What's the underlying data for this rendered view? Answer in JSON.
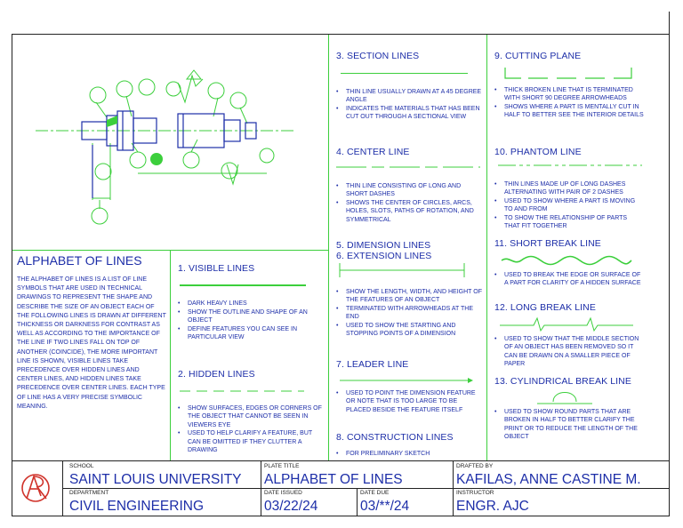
{
  "title": "ALPHABET OF LINES",
  "intro": "THE ALPHABET OF LINES IS A LIST OF LINE SYMBOLS THAT ARE USED IN TECHNICAL DRAWINGS TO REPRESENT THE SHAPE AND DESCRIBE THE SIZE OF AN OBJECT EACH OF THE FOLLOWING LINES IS DRAWN AT DIFFERENT THICKNESS OR DARKNESS FOR CONTRAST AS WELL AS ACCORDING TO THE IMPORTANCE OF THE LINE IF TWO LINES FALL ON TOP OF ANOTHER (COINCIDE), THE MORE IMPORTANT LINE IS SHOWN, VISIBLE LINES TAKE PRECEDENCE OVER HIDDEN LINES AND CENTER LINES, AND HIDDEN LINES TAKE PRECEDENCE OVER CENTER LINES. EACH TYPE OF LINE HAS A VERY PRECISE SYMBOLIC MEANING.",
  "sections": {
    "visible": {
      "heading": "1. VISIBLE LINES",
      "items": [
        "DARK HEAVY LINES",
        "SHOW THE OUTLINE AND SHAPE OF AN OBJECT",
        "DEFINE FEATURES YOU CAN SEE IN PARTICULAR VIEW"
      ]
    },
    "hidden": {
      "heading": "2. HIDDEN LINES",
      "items": [
        "SHOW SURFACES, EDGES OR CORNERS OF THE OBJECT THAT CANNOT BE SEEN IN VIEWERS EYE",
        "USED TO HELP CLARIFY A FEATURE, BUT CAN BE OMITTED IF THEY CLUTTER A DRAWING"
      ]
    },
    "section": {
      "heading": "3. SECTION LINES",
      "items": [
        "THIN LINE USUALLY DRAWN AT A 45 DEGREE ANGLE",
        "INDICATES THE MATERIALS THAT HAS BEEN CUT OUT THROUGH A SECTIONAL VIEW"
      ]
    },
    "center": {
      "heading": "4. CENTER LINE",
      "items": [
        "THIN LINE CONSISTING OF LONG AND SHORT DASHES",
        "SHOWS THE CENTER OF CIRCLES, ARCS, HOLES, SLOTS, PATHS OF ROTATION, AND SYMMETRICAL"
      ]
    },
    "dimension": {
      "heading1": "5. DIMENSION LINES",
      "heading2": "6. EXTENSION LINES",
      "items": [
        "SHOW THE LENGTH, WIDTH, AND HEIGHT OF THE FEATURES OF AN OBJECT",
        "TERMINATED WITH ARROWHEADS AT THE END",
        "USED TO SHOW THE STARTING AND STOPPING POINTS OF A DIMENSION"
      ]
    },
    "leader": {
      "heading": "7. LEADER LINE",
      "items": [
        "USED TO POINT THE DIMENSION FEATURE OR NOTE THAT IS TOO LARGE TO BE PLACED BESIDE THE FEATURE ITSELF"
      ]
    },
    "construction": {
      "heading": "8. CONSTRUCTION LINES",
      "items": [
        "FOR PRELIMINARY SKETCH"
      ]
    },
    "cutting": {
      "heading": "9. CUTTING PLANE",
      "items": [
        "THICK BROKEN LINE THAT IS TERMINATED WITH SHORT 90 DEGREE ARROWHEADS",
        "SHOWS WHERE A PART IS MENTALLY CUT IN HALF TO BETTER SEE THE INTERIOR DETAILS"
      ]
    },
    "phantom": {
      "heading": "10. PHANTOM LINE",
      "items": [
        "THIN LINES MADE UP OF LONG DASHES ALTERNATING WITH PAIR OF 2 DASHES",
        "USED TO SHOW WHERE A PART IS MOVING TO AND FROM",
        "TO SHOW THE RELATIONSHIP OF PARTS THAT FIT TOGETHER"
      ]
    },
    "short_break": {
      "heading": "11. SHORT BREAK LINE",
      "items": [
        "USED TO BREAK THE EDGE OR SURFACE OF A PART FOR CLARITY OF A HIDDEN SURFACE"
      ]
    },
    "long_break": {
      "heading": "12. LONG BREAK LINE",
      "items": [
        "USED TO SHOW THAT THE MIDDLE SECTION OF AN OBJECT HAS BEEN REMOVED SO IT CAN BE DRAWN ON A SMALLER PIECE OF PAPER"
      ]
    },
    "cylindrical": {
      "heading": "13. CYLINDRICAL BREAK LINE",
      "items": [
        "USED TO SHOW ROUND PARTS THAT ARE BROKEN IN HALF TO BETTER CLARIFY THE PRINT OR TO REDUCE THE LENGTH OF THE OBJECT"
      ]
    }
  },
  "title_block": {
    "school_label": "SCHOOL",
    "school": "SAINT LOUIS UNIVERSITY",
    "department_label": "DEPARTMENT",
    "department": "CIVIL ENGINEERING",
    "plate_title_label": "PLATE TITLE",
    "plate_title": "ALPHABET OF LINES",
    "date_issued_label": "DATE ISSUED",
    "date_issued": "03/22/24",
    "date_due_label": "DATE DUE",
    "date_due": "03/**/24",
    "drafted_by_label": "DRAFTED BY",
    "drafted_by": "KAFILAS, ANNE CASTINE M.",
    "instructor_label": "INSTRUCTOR",
    "instructor": "ENGR. AJC"
  },
  "colors": {
    "text": "#1d2ea8",
    "line": "#3ccf3c",
    "logo": "#d0322a",
    "border": "#222222"
  }
}
